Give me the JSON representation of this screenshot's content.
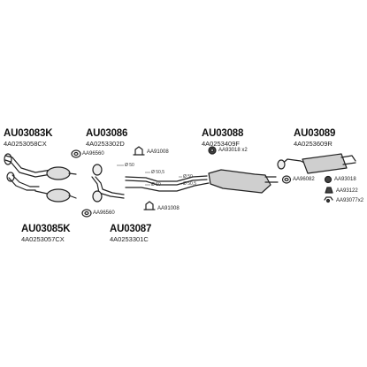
{
  "kits": [
    {
      "code": "AU03083K",
      "sub": "4A0253058CX"
    },
    {
      "code": "AU03086",
      "sub": "4A0253302D"
    },
    {
      "code": "AU03088",
      "sub": "4A0253409F"
    },
    {
      "code": "AU03089",
      "sub": "4A0253609R"
    },
    {
      "code": "AU03085K",
      "sub": "4A0253057CX"
    },
    {
      "code": "AU03087",
      "sub": "4A0253301C"
    }
  ],
  "parts": {
    "aa96560_top": "AA96560",
    "aa91008_top": "AA91008",
    "aa93018_mid": "AA93018 x2",
    "aa96082": "AA96082",
    "aa93018_right": "AA93018",
    "aa93122": "AA93122",
    "aa93077": "AA93077x2",
    "aa96560_bottom": "AA96560",
    "aa91008_bottom": "AA91008"
  },
  "diameters": {
    "d50_a": "Ø 50",
    "d50_b": "Ø 50",
    "d505_a": "Ø 50,5",
    "d50_c": "Ø 50",
    "d505_b": "Ø 50,5"
  }
}
